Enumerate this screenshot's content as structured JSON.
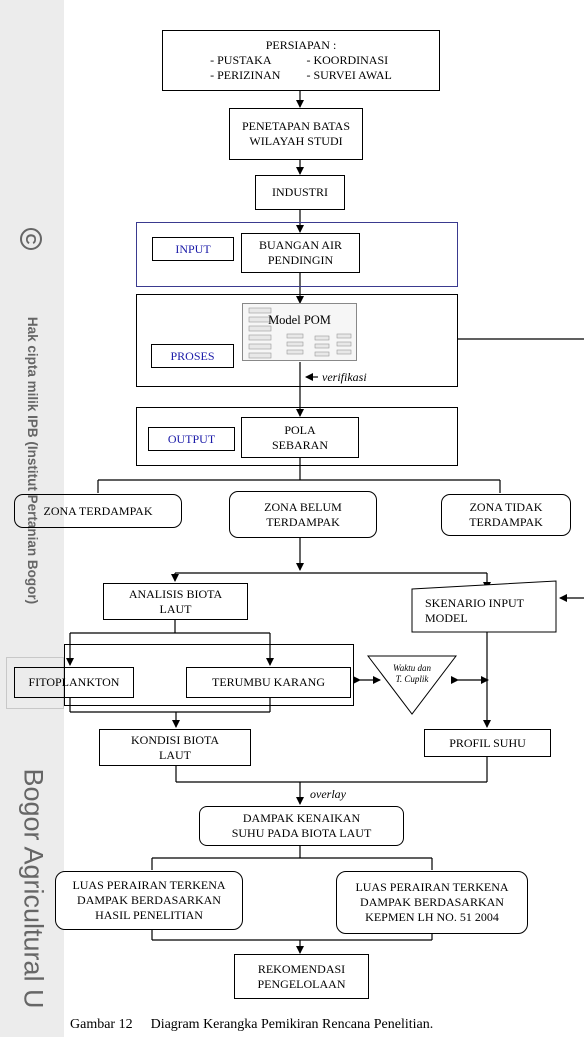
{
  "watermark": {
    "copyright_text": "Hak cipta milik IPB (Institut Pertanian Bogor)",
    "university_text": "Bogor Agricultural U"
  },
  "diagram": {
    "persiapan": {
      "title": "PERSIAPAN :",
      "col1": "- PUSTAKA\n- PERIZINAN",
      "col2": "- KOORDINASI\n- SURVEI AWAL"
    },
    "penetapan": "PENETAPAN BATAS\nWILAYAH STUDI",
    "industri": "INDUSTRI",
    "input_label": "INPUT",
    "buangan": "BUANGAN AIR\nPENDINGIN",
    "model_pom": "Model POM",
    "proses_label": "PROSES",
    "verifikasi": "verifikasi",
    "output_label": "OUTPUT",
    "pola": "POLA\nSEBARAN",
    "zona_terdampak": "ZONA TERDAMPAK",
    "zona_belum": "ZONA BELUM\nTERDAMPAK",
    "zona_tidak": "ZONA TIDAK\nTERDAMPAK",
    "analisis": "ANALISIS BIOTA\nLAUT",
    "skenario": "SKENARIO INPUT\nMODEL",
    "fitoplankton": "FITOPLANKTON",
    "terumbu": "TERUMBU KARANG",
    "waktu": "Waktu dan\nT. Cuplik",
    "kondisi": "KONDISI BIOTA\nLAUT",
    "profil": "PROFIL SUHU",
    "overlay": "overlay",
    "dampak": "DAMPAK KENAIKAN\nSUHU PADA BIOTA LAUT",
    "luas_hasil": "LUAS PERAIRAN TERKENA\nDAMPAK BERDASARKAN\nHASIL PENELITIAN",
    "luas_kepmen": "LUAS PERAIRAN TERKENA\nDAMPAK BERDASARKAN\nKEPMEN LH NO. 51 2004",
    "rekomendasi": "REKOMENDASI\nPENGELOLAAN"
  },
  "caption": {
    "number": "Gambar 12",
    "text": "Diagram Kerangka Pemikiran Rencana Penelitian."
  }
}
